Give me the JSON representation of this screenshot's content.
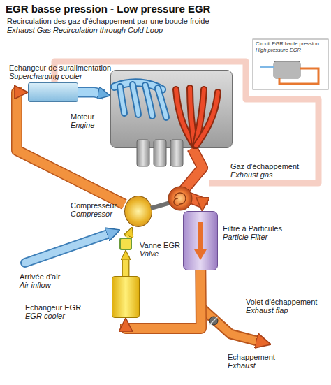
{
  "diagram": {
    "title": "EGR basse pression - Low pressure EGR",
    "nodes": [
      {
        "text": [
          "Echangeur de suralimentation",
          "Supercharging cooler"
        ]
      },
      {
        "text": [
          "Moteur",
          "Engine"
        ]
      },
      {
        "text": [
          "Compresseur",
          "Compressor"
        ]
      },
      {
        "text": [
          "Filtre à Particules",
          "Particle Filter"
        ]
      },
      {
        "text": [
          "Vanne EGR",
          "Valve"
        ]
      },
      {
        "text": [
          "Echangeur EGR",
          "EGR cooler"
        ]
      }
    ],
    "edges": [
      {
        "from": 2,
        "to": 0,
        "arrow": "to"
      },
      {
        "from": 0,
        "to": 1,
        "arrow": "to"
      },
      {
        "from": 1,
        "to": 3,
        "arrow": "to"
      },
      {
        "from": 3,
        "to": 5,
        "arrow": "to"
      },
      {
        "from": 5,
        "to": 4,
        "arrow": "to"
      },
      {
        "from": 4,
        "to": 2,
        "arrow": "to"
      }
    ],
    "labels": [
      "Recirculation des gaz d'échappement par une boucle froide",
      "Exhaust Gas Recirculation through Cold Loop",
      "Circuit EGR haute pression",
      "High pressure EGR",
      "Gaz d'échappement",
      "Exhaust gas",
      "Arrivée d'air",
      "Air inflow",
      "Volet d'échappement",
      "Exhaust flap",
      "Echappement",
      "Exhaust"
    ]
  }
}
